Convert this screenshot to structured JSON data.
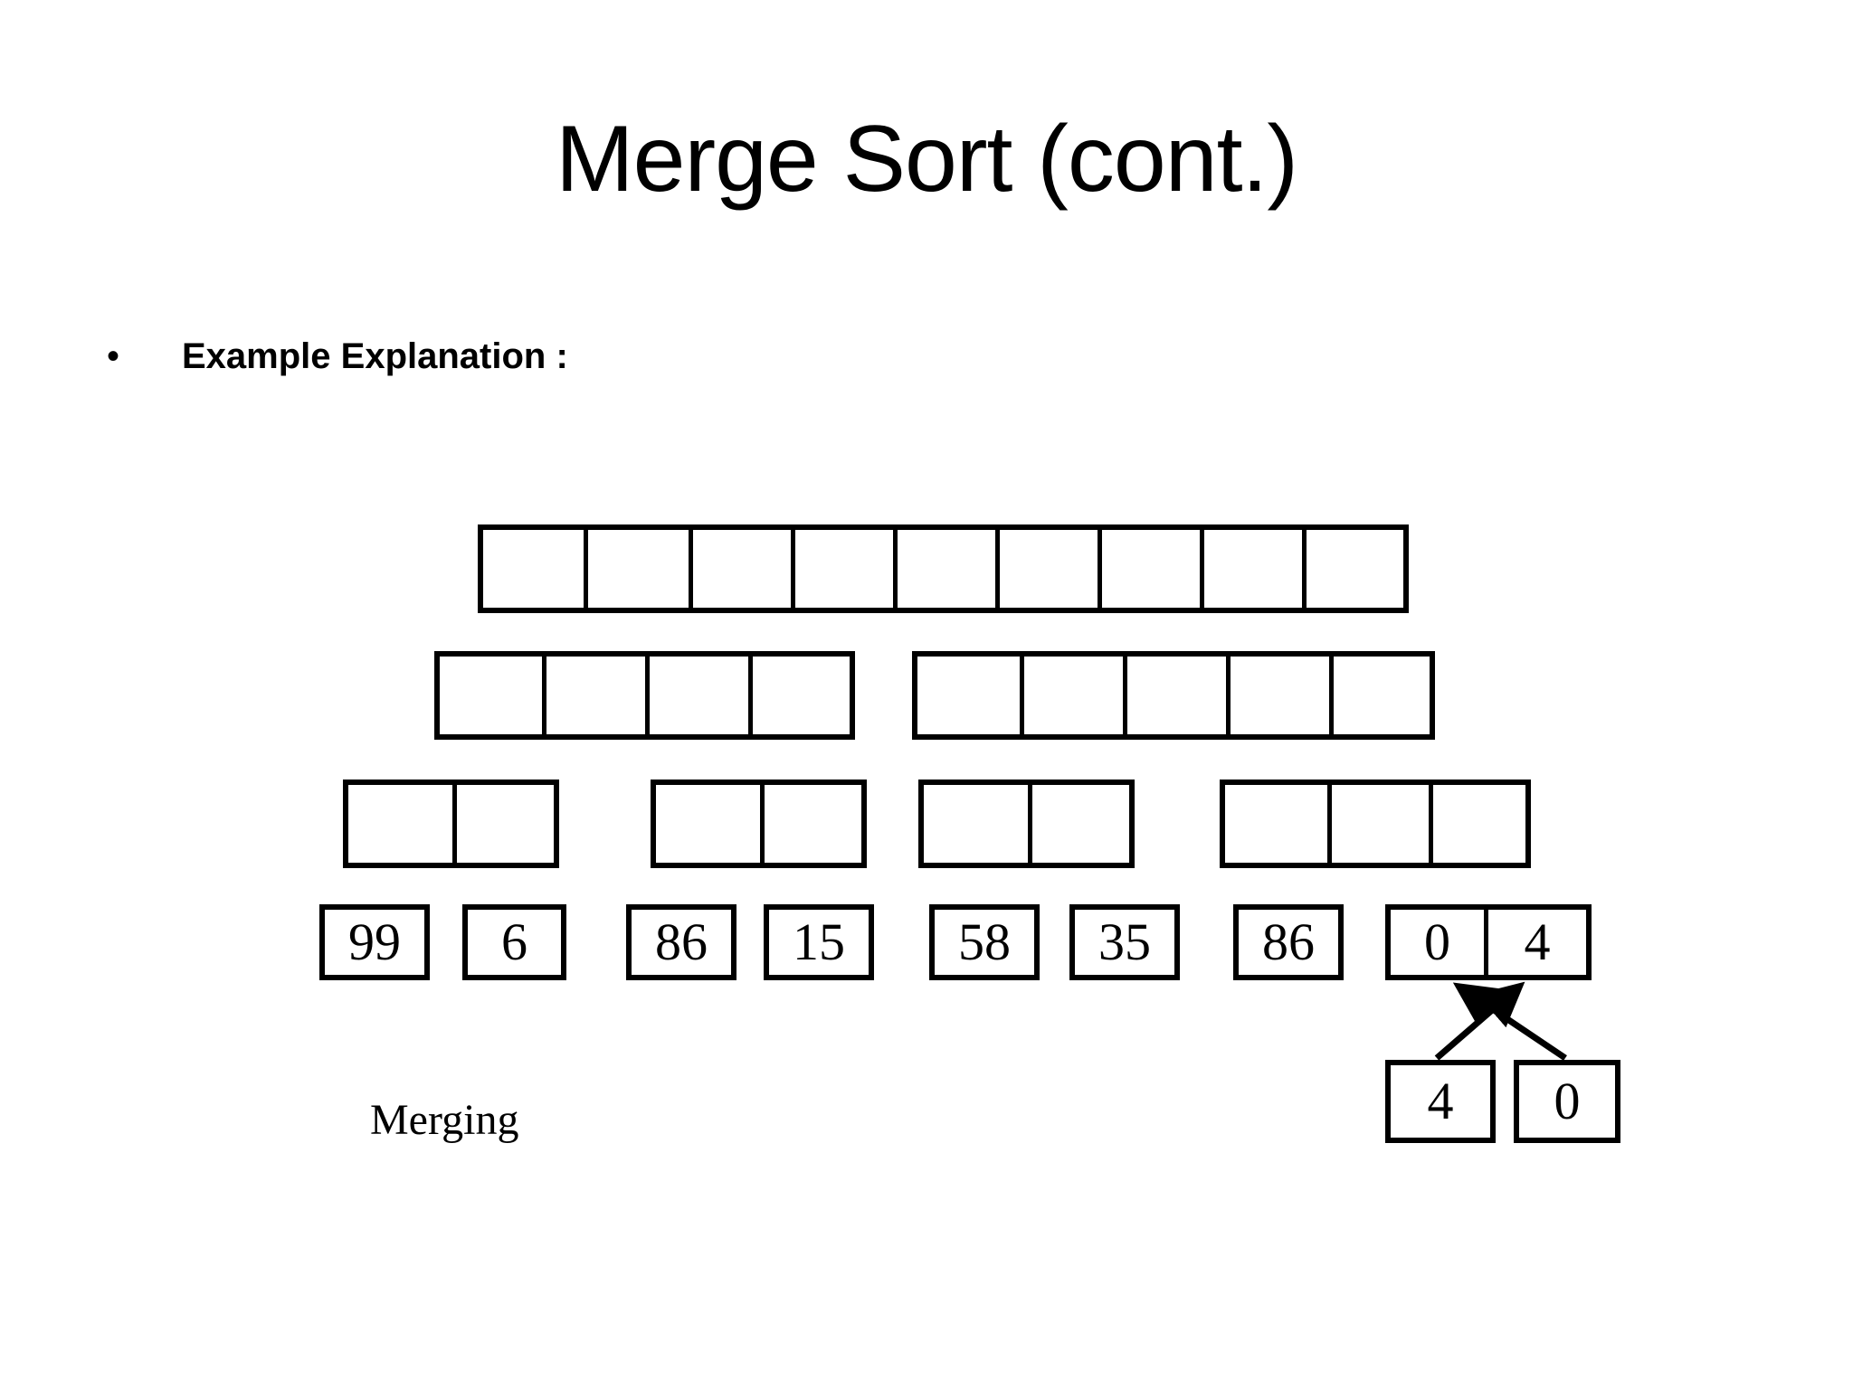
{
  "slide": {
    "title": "Merge Sort (cont.)",
    "bullet_marker": "•",
    "bullet_text": "Example Explanation :",
    "merging_label": "Merging",
    "background_color": "#ffffff",
    "line_color": "#000000",
    "text_color": "#000000"
  },
  "diagram": {
    "description": "Merge sort recursion tree with four levels of empty array boxes above a row of leaf values, plus a merging step with crossing arrows.",
    "levels": [
      {
        "name": "level-1-full-array",
        "cell_count": 9,
        "values": [
          "",
          "",
          "",
          "",
          "",
          "",
          "",
          "",
          ""
        ]
      },
      {
        "name": "level-2-halves",
        "groups": [
          {
            "cell_count": 4,
            "values": [
              "",
              "",
              "",
              ""
            ]
          },
          {
            "cell_count": 5,
            "values": [
              "",
              "",
              "",
              "",
              ""
            ]
          }
        ]
      },
      {
        "name": "level-3-quarters",
        "groups": [
          {
            "cell_count": 2,
            "values": [
              "",
              ""
            ]
          },
          {
            "cell_count": 2,
            "values": [
              "",
              ""
            ]
          },
          {
            "cell_count": 2,
            "values": [
              "",
              ""
            ]
          },
          {
            "cell_count": 3,
            "values": [
              "",
              "",
              ""
            ]
          }
        ]
      },
      {
        "name": "level-4-leaves",
        "singles": [
          "99",
          "6",
          "86",
          "15",
          "58",
          "35",
          "86"
        ],
        "pair": [
          "0",
          "4"
        ]
      }
    ],
    "merge_step": {
      "source_boxes": [
        "4",
        "0"
      ],
      "target_pair": [
        "0",
        "4"
      ],
      "arrows": [
        {
          "from": "source-4",
          "to": "target-cell-4",
          "direction": "up-right"
        },
        {
          "from": "source-0",
          "to": "target-cell-0",
          "direction": "up-left"
        }
      ]
    }
  }
}
